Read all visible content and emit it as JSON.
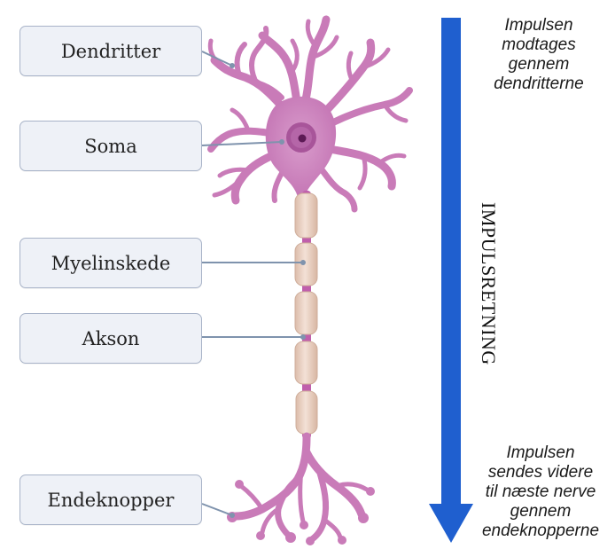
{
  "labels": {
    "dendrites": "Dendritter",
    "soma": "Soma",
    "myelin": "Myelinskede",
    "axon": "Akson",
    "terminals": "Endeknopper"
  },
  "arrow": {
    "text": "IMPULSRETNING",
    "color": "#1f5fcf"
  },
  "notes": {
    "top": "Impulsen\nmodtages\ngennem\ndendritterne",
    "bottom": "Impulsen\nsendes videre\ntil næste nerve\ngennem\nendeknopperne"
  },
  "colors": {
    "neuron": "#c97bb8",
    "neuron_dark": "#a8559a",
    "nucleus": "#5c1a55",
    "myelin": "#e9cfc0",
    "leader": "#7f93ad"
  }
}
